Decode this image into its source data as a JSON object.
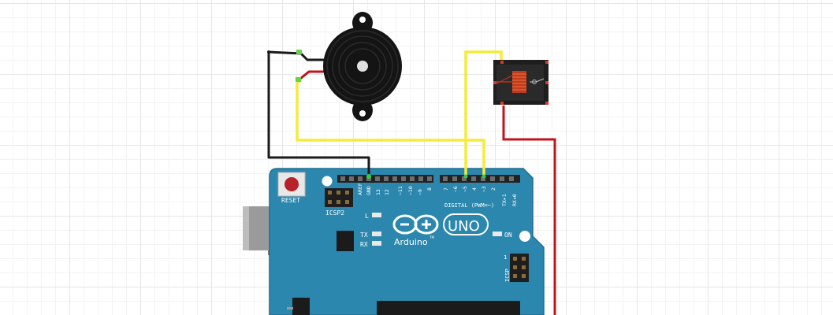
{
  "colors": {
    "board": "#2b87ad",
    "board_edge": "#1f6f91",
    "wire_yellow": "#f3ec3a",
    "wire_black": "#1a1a1a",
    "wire_red": "#c0141b",
    "header": "#222222",
    "chip": "#1b1b1b"
  },
  "board": {
    "reset_label": "RESET",
    "icsp2_label": "ICSP2",
    "icsp_label": "ICSP",
    "icsp_num": "1",
    "led_l": "L",
    "led_tx": "TX",
    "led_rx": "RX",
    "on_label": "ON",
    "logo_text": "Arduino",
    "logo_tm": "TM",
    "model": "UNO",
    "digital_label": "DIGITAL (PWM=~)",
    "pin_labels_left": [
      "AREF",
      "GND",
      "13",
      "12",
      "~11",
      "~10",
      "~9",
      "8"
    ],
    "pin_labels_right": [
      "7",
      "~6",
      "~5",
      "4",
      "~3",
      "2",
      "TX▸1",
      "RX◂0"
    ]
  },
  "buzzer": {
    "icon": "piezo-buzzer-icon"
  },
  "relay": {
    "icon": "relay-module-icon"
  }
}
